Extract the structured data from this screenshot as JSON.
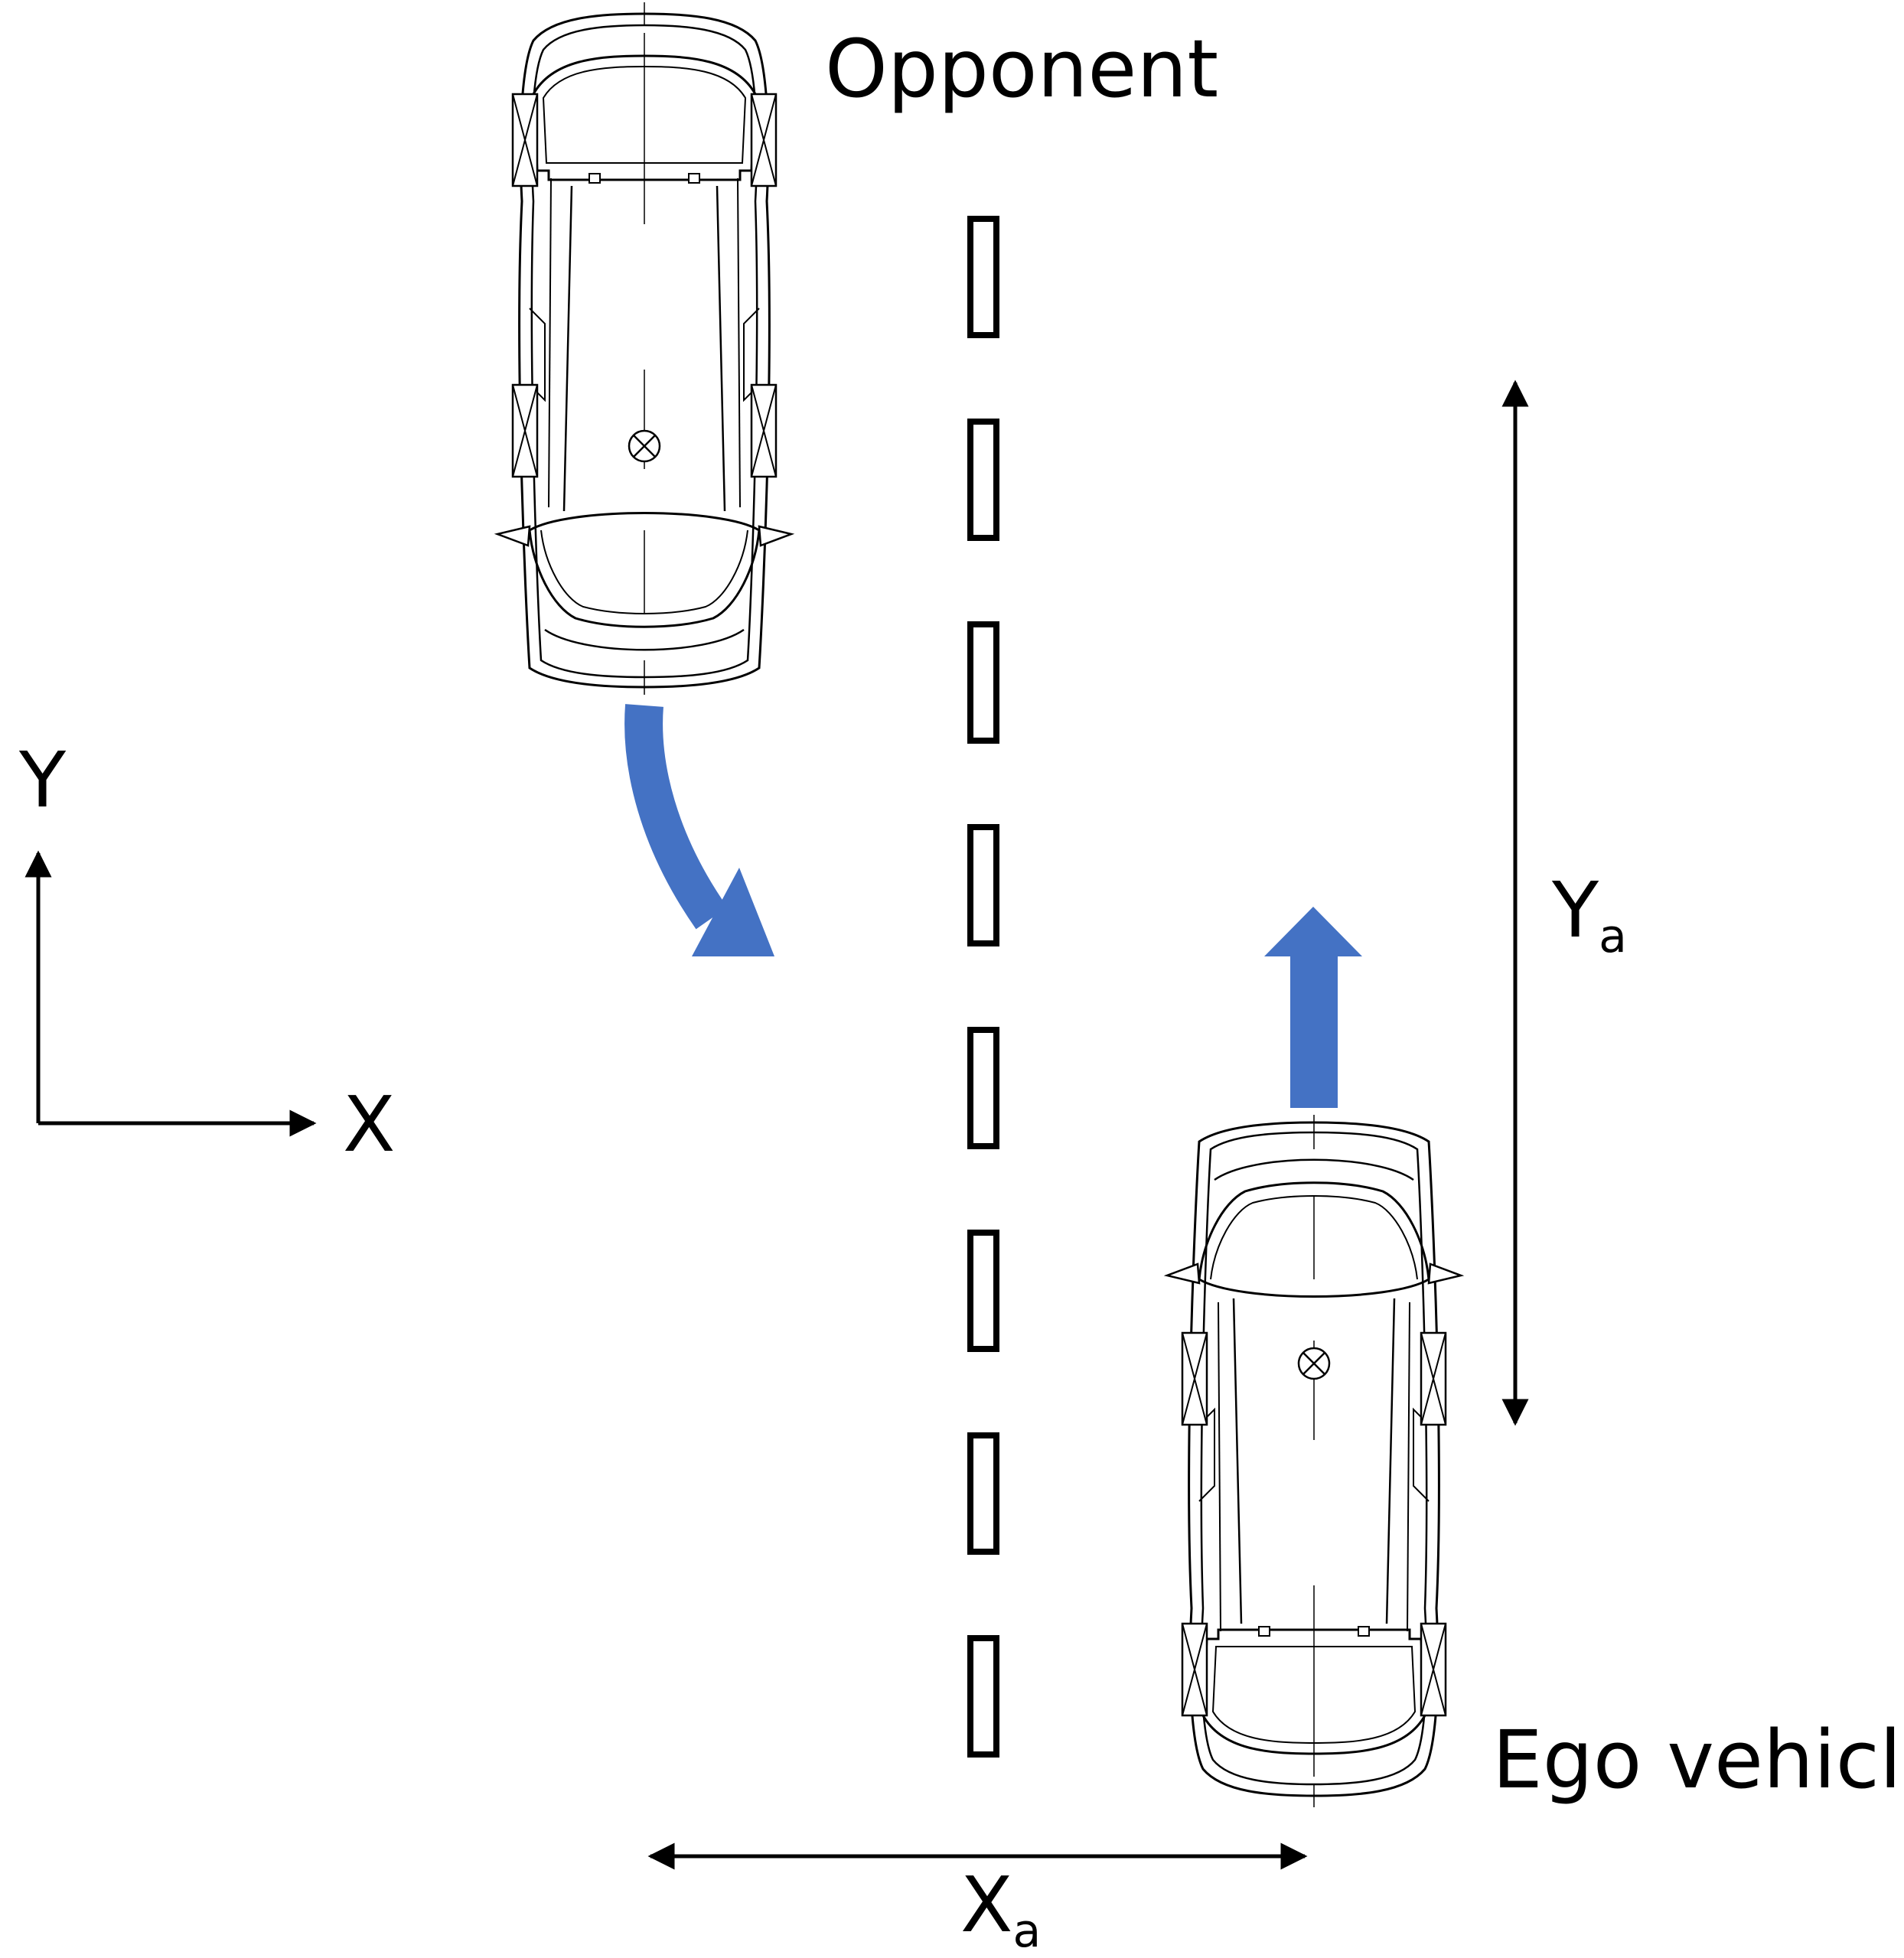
{
  "labels": {
    "opponent": "Opponent",
    "ego": "Ego vehicle",
    "axis_x": "X",
    "axis_y": "Y",
    "dim_x_main": "X",
    "dim_x_sub": "a",
    "dim_y_main": "Y",
    "dim_y_sub": "a"
  },
  "colors": {
    "motion_arrow": "#4472C4",
    "line": "#000000",
    "background": "#ffffff"
  },
  "lane_marking": {
    "dash_count": 8
  },
  "icons": {
    "opponent_car": "car-top-view-icon",
    "ego_car": "car-top-view-icon",
    "center_marker": "circle-cross-icon"
  }
}
